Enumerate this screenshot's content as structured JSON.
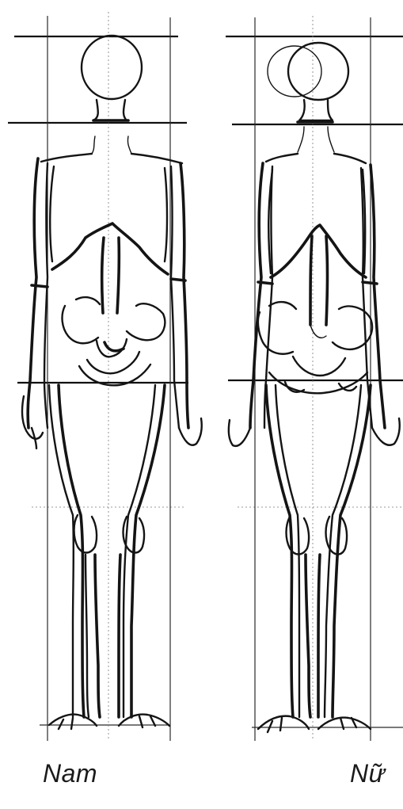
{
  "figures": [
    {
      "id": "male",
      "caption": "Nam"
    },
    {
      "id": "female",
      "caption": "Nữ"
    }
  ],
  "colors": {
    "ink": "#141414",
    "paper": "#ffffff"
  }
}
